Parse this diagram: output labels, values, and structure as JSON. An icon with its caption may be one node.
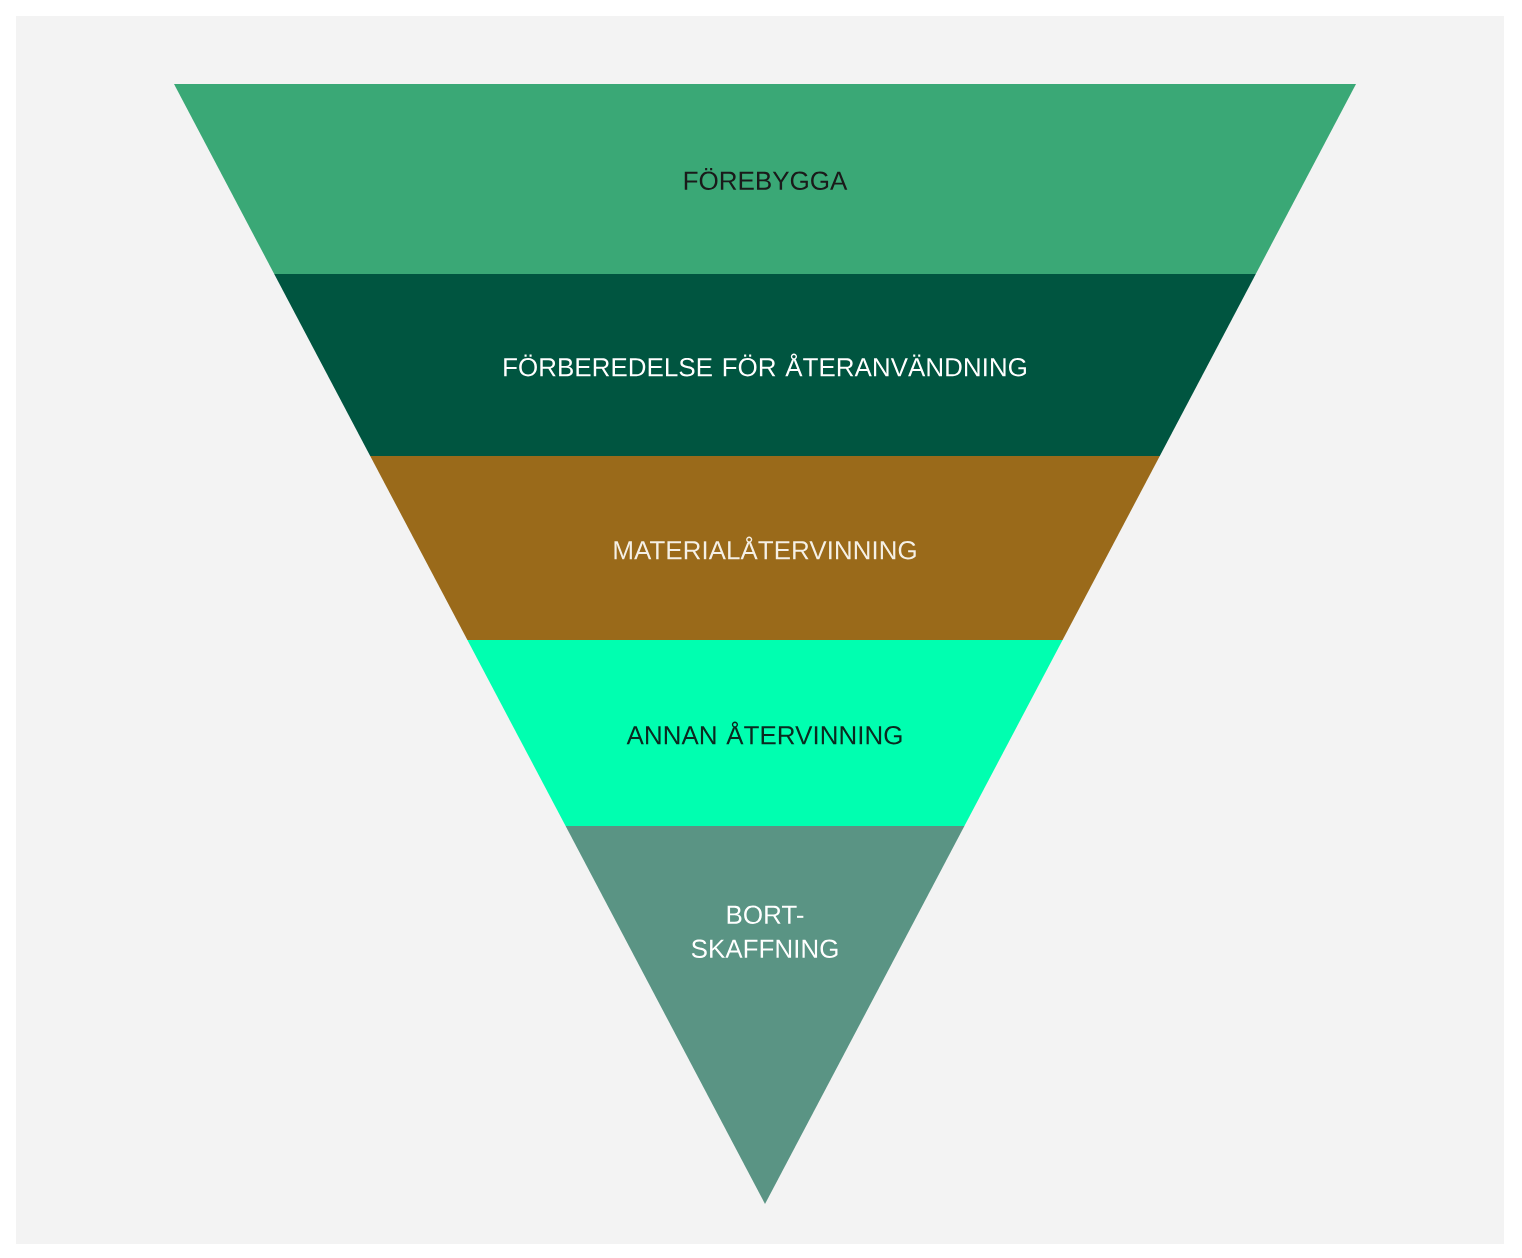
{
  "diagram": {
    "nodes": [
      {
        "text": [
          "FÖREBYGGA"
        ]
      },
      {
        "text": [
          "FÖRBEREDELSE FÖR ÅTERANVÄNDNING"
        ]
      },
      {
        "text": [
          "MATERIALÅTERVINNING"
        ]
      },
      {
        "text": [
          "ANNAN ÅTERVINNING"
        ]
      },
      {
        "text": [
          "BORT- SKAFFNING"
        ]
      }
    ]
  }
}
